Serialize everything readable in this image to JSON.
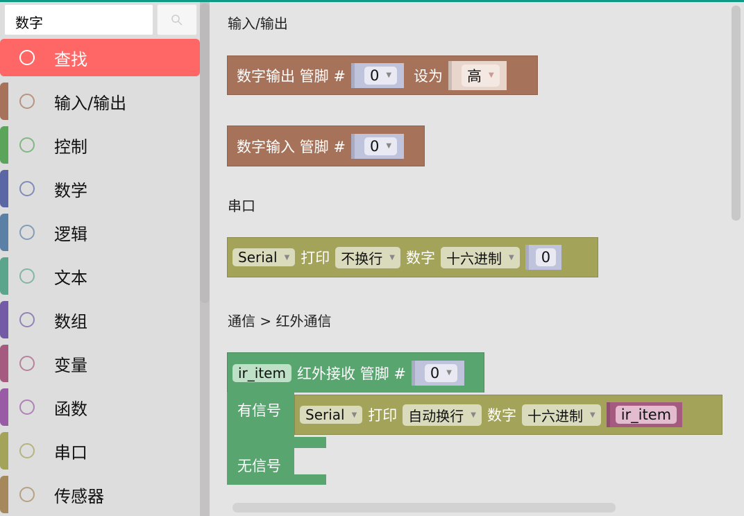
{
  "search": {
    "value": "数字"
  },
  "categories": [
    {
      "label": "查找",
      "icon": "search-icon",
      "color": "#ff6666"
    },
    {
      "label": "输入/输出",
      "icon": "io-icon",
      "color": "#a6735a"
    },
    {
      "label": "控制",
      "icon": "control-branch-icon",
      "color": "#5ba55b"
    },
    {
      "label": "数学",
      "icon": "compass-icon",
      "color": "#5b67a5"
    },
    {
      "label": "逻辑",
      "icon": "logic-icon",
      "color": "#5b80a5"
    },
    {
      "label": "文本",
      "icon": "text-icon",
      "color": "#5ba58c"
    },
    {
      "label": "数组",
      "icon": "list-icon",
      "color": "#745ba5"
    },
    {
      "label": "变量",
      "icon": "variable-icon",
      "color": "#a55b80"
    },
    {
      "label": "函数",
      "icon": "function-icon",
      "color": "#995ba5"
    },
    {
      "label": "串口",
      "icon": "serial-plug-icon",
      "color": "#a3a35a"
    },
    {
      "label": "传感器",
      "icon": "sensor-icon",
      "color": "#a5885b"
    }
  ],
  "sections": {
    "io": "输入/输出",
    "serial": "串口",
    "ir": "通信 > 红外通信"
  },
  "blocks": {
    "dout": {
      "label": "数字输出 管脚 #",
      "pin": "0",
      "set": "设为",
      "level": "高"
    },
    "din": {
      "label": "数字输入 管脚 #",
      "pin": "0"
    },
    "print1": {
      "port": "Serial",
      "print": "打印",
      "mode": "不换行",
      "num": "数字",
      "base": "十六进制",
      "value": "0"
    },
    "ir": {
      "var": "ir_item",
      "label": "红外接收 管脚 #",
      "pin": "0",
      "has": "有信号",
      "none": "无信号"
    },
    "print2": {
      "port": "Serial",
      "print": "打印",
      "mode": "自动换行",
      "num": "数字",
      "base": "十六进制",
      "value": "ir_item"
    }
  }
}
